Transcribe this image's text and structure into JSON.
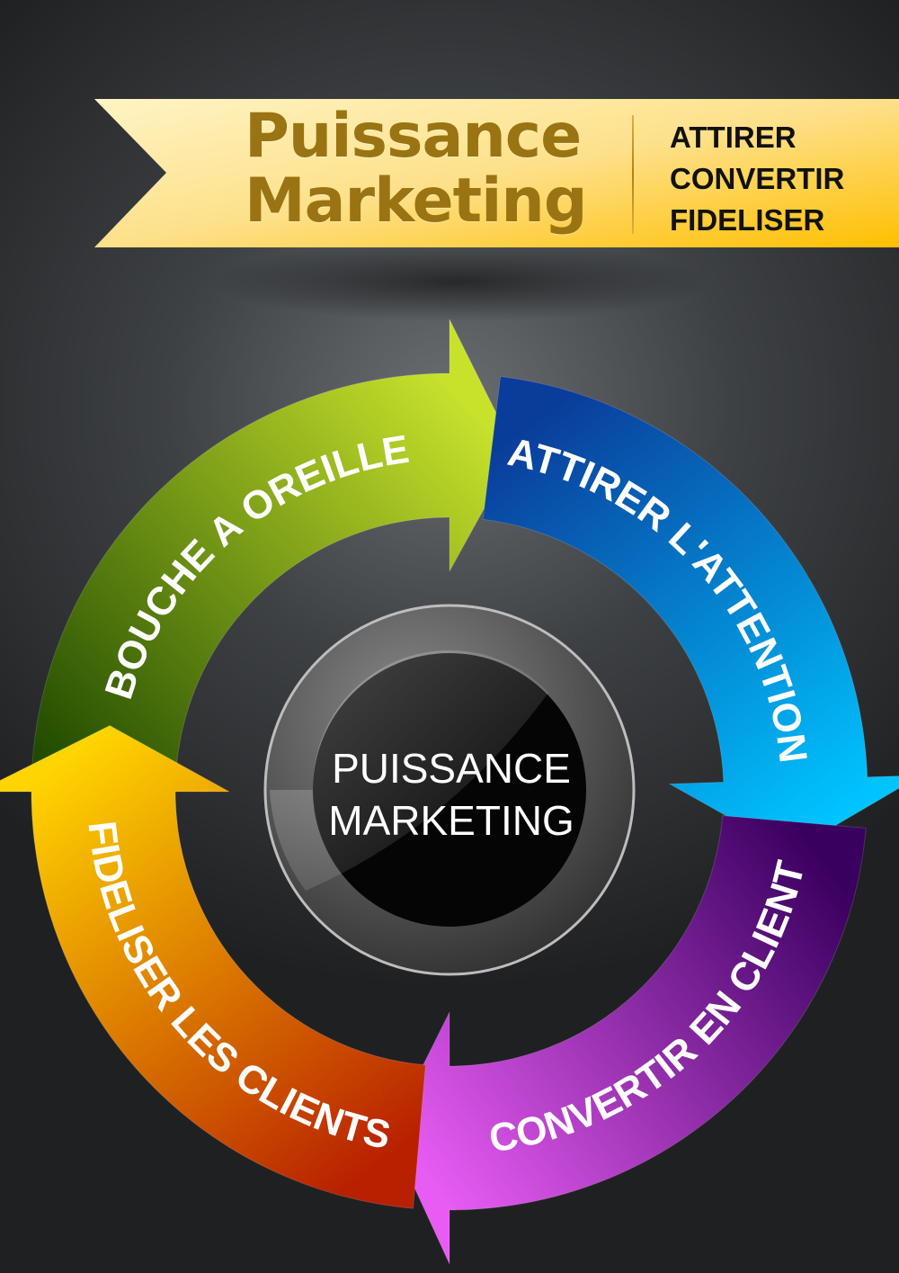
{
  "banner": {
    "title_line1": "Puissance",
    "title_line2": "Marketing",
    "list": [
      "ATTIRER",
      "CONVERTIR",
      "FIDELISER"
    ]
  },
  "cycle": {
    "arrows": [
      {
        "label": "BOUCHE A OREILLE",
        "color_start": "#1f4a00",
        "color_end": "#c8e22c"
      },
      {
        "label": "ATTIRER L'ATTENTION",
        "color_start": "#0a3c9a",
        "color_end": "#00c4ff"
      },
      {
        "label": "CONVERTIR EN CLIENT",
        "color_start": "#3a0060",
        "color_end": "#e85cf4"
      },
      {
        "label": "FIDELISER LES CLIENTS",
        "color_start": "#b82000",
        "color_end": "#ffd400"
      }
    ]
  },
  "center": {
    "line1": "PUISSANCE",
    "line2": "MARKETING"
  }
}
